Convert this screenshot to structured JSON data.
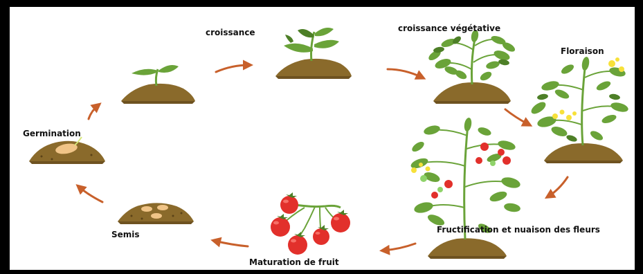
{
  "stages": [
    {
      "id": "semis",
      "label": "Semis"
    },
    {
      "id": "germination",
      "label": "Germination"
    },
    {
      "id": "croissance",
      "label": "croissance"
    },
    {
      "id": "croissance-vegetative",
      "label": "croissance végétative"
    },
    {
      "id": "floraison",
      "label": "Floraison"
    },
    {
      "id": "fructification",
      "label": "Fructification et nuaison des fleurs"
    },
    {
      "id": "maturation",
      "label": "Maturation de fruit"
    }
  ],
  "colors": {
    "frame": "#000000",
    "background": "#ffffff",
    "soil": "#8a6a2b",
    "soil_dark": "#6e5220",
    "leaf": "#6aa339",
    "leaf_dark": "#4d7f27",
    "arrow": "#c8602b",
    "tomato": "#e2302b",
    "flower": "#f7e13a",
    "seed": "#f0c487"
  }
}
